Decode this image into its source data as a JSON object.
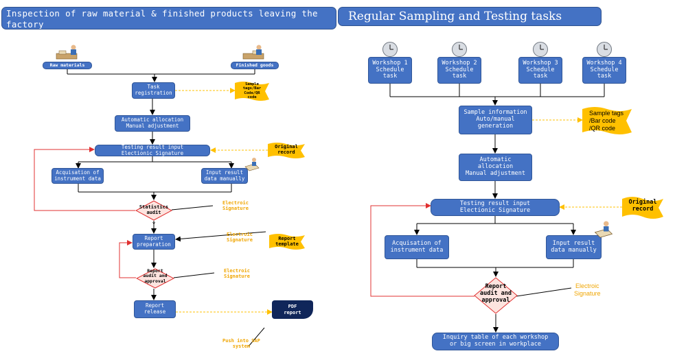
{
  "left": {
    "header": "Inspection of raw material & finished products leaving the factory",
    "raw_materials": "Raw materials",
    "finished_goods": "Finished goods",
    "task_registration": "Task\nregistration",
    "sample_tags": "Sample\ntags/Bar\nCode/QR\ncode",
    "allocation": "Automatic allocation\nManual adjustment",
    "testing_result": "Testing result input\nElectionic Signature",
    "original_record": "Original\nrecord",
    "acquisation": "Acquisation of\ninstrument data",
    "input_manual": "Input result\ndata manually",
    "statistics_audit": "Statistics\naudit",
    "electroic_signature_1": "Electroic\nSignature",
    "y_label": "Y",
    "report_preparation": "Report\npreparation",
    "electroic_signature_2": "Electroic\nSignature",
    "report_template": "Report\ntemplate",
    "report_audit": "Report\naudit and\napproval",
    "electroic_signature_3": "Electroic\nSignature",
    "report_release": "Report\nrelease",
    "pdf_report": "PDF\nreport",
    "push_sap": "Push into SAP\nsystem"
  },
  "right": {
    "header": "Regular Sampling and Testing tasks",
    "workshops": [
      "Workshop 1\nSchedule\ntask",
      "Workshop 2\nSchedule\ntask",
      "Workshop 3\nSchedule\ntask",
      "Workshop 4\nSchedule\ntask"
    ],
    "sample_information": "Sample information\nAuto/manual\ngeneration",
    "sample_tags": "Sample tags\n/Bar code\n/QR code",
    "allocation": "Automatic\nallocation\nManual adjustment",
    "testing_result": "Testing result input\nElectionic Signature",
    "original_record": "Original\nrecord",
    "acquisation": "Acquisation of\ninstrument data",
    "input_manual": "Input result\ndata manually",
    "report_audit": "Report\naudit and\napproval",
    "electroic_signature": "Electroic\nSignature",
    "inquiry": "Inquiry table of each workshop\nor big screen in workplace"
  },
  "colors": {
    "node_blue": "#4472c4",
    "flag_yellow": "#ffc000",
    "red_line": "#e03030",
    "orange_text": "#f0a500",
    "navy": "#10265a"
  }
}
